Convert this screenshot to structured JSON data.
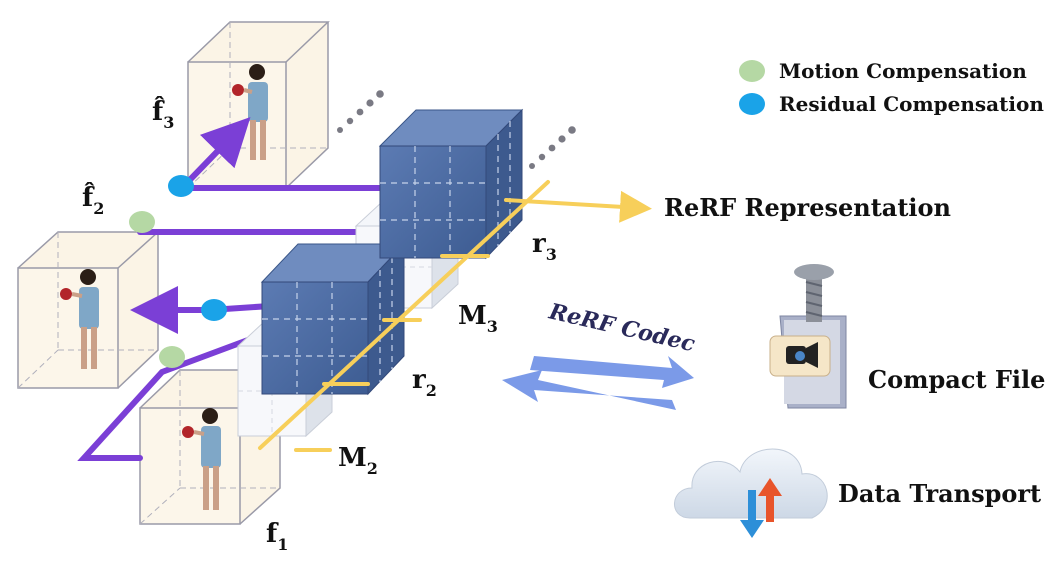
{
  "legend": {
    "motion": "Motion Compensation",
    "residual": "Residual Compensation",
    "motion_color": "#b5d8a4",
    "residual_color": "#1aa3e8"
  },
  "outputs": {
    "representation": "ReRF Representation",
    "compact_file": "Compact File",
    "data_transport": "Data Transport"
  },
  "codec_label": "ReRF Codec",
  "frames": {
    "f1": {
      "base": "f",
      "sub": "1"
    },
    "f2": {
      "base": "f̂",
      "sub": "2"
    },
    "f3": {
      "base": "f̂",
      "sub": "3"
    }
  },
  "motion_labels": {
    "M2": {
      "base": "M",
      "sub": "2"
    },
    "M3": {
      "base": "M",
      "sub": "3"
    }
  },
  "residual_labels": {
    "r2": {
      "base": "r",
      "sub": "2"
    },
    "r3": {
      "base": "r",
      "sub": "3"
    }
  },
  "colors": {
    "arrow_purple": "#7b3fd6",
    "arrow_yellow": "#f7cf5a",
    "grid_blue": "#4f6ea6",
    "codec_blue": "#6d8fe6"
  }
}
